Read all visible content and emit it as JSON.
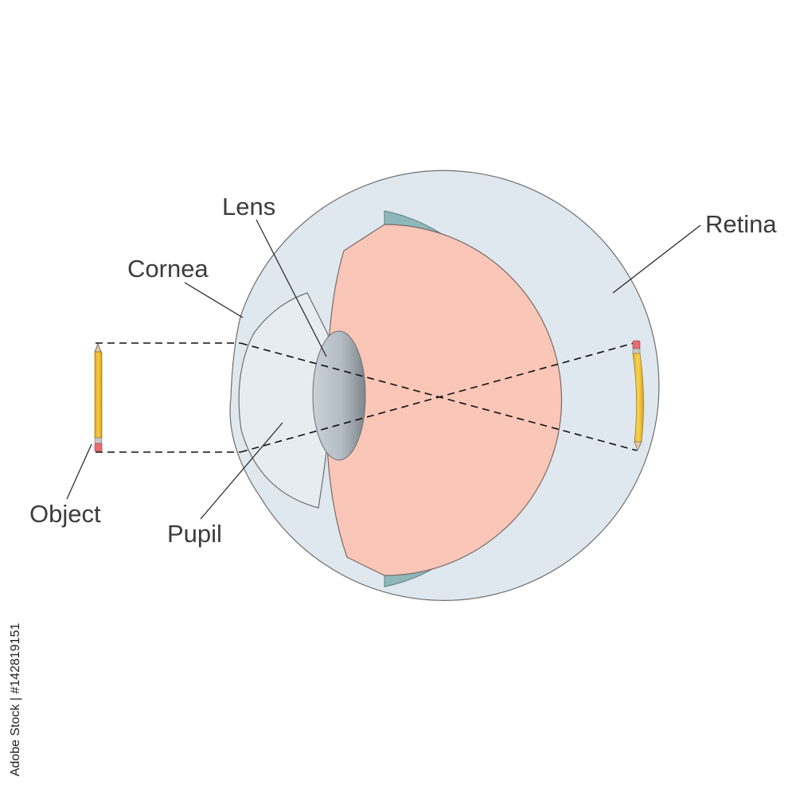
{
  "labels": {
    "lens": "Lens",
    "cornea": "Cornea",
    "retina": "Retina",
    "object": "Object",
    "pupil": "Pupil"
  },
  "stock_id": "Adobe Stock | #142819151",
  "colors": {
    "sclera": "#dfe8ef",
    "vitreous": "#f9c6b7",
    "retina_band": "#8fb7b9",
    "cornea_fill": "#e7ecf1",
    "pencil": "#f1c233",
    "outline": "#5a5a5a"
  }
}
